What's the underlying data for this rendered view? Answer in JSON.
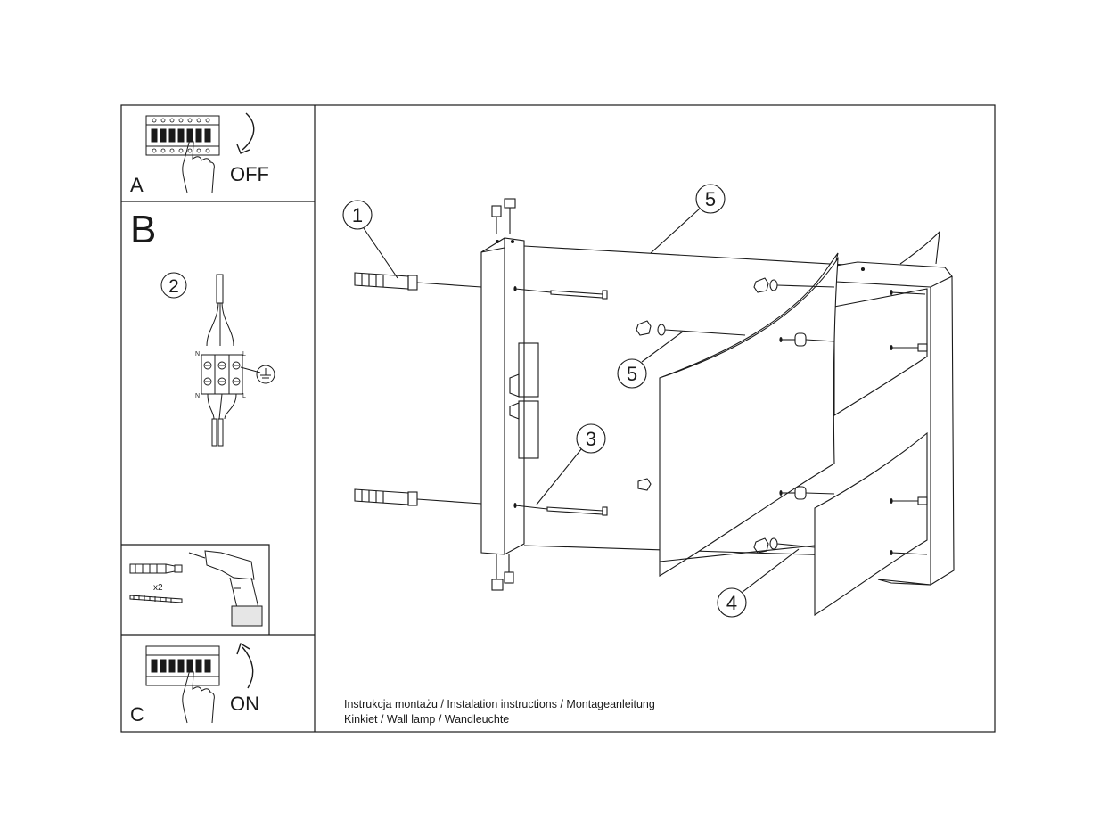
{
  "panels": {
    "a": {
      "letter": "A",
      "action": "OFF"
    },
    "b": {
      "letter": "B"
    },
    "c": {
      "letter": "C",
      "action": "ON"
    }
  },
  "wiring": {
    "item_number": "2",
    "terminal_left": "N",
    "terminal_right": "L"
  },
  "tools": {
    "quantity": "x2"
  },
  "callouts": [
    "1",
    "5",
    "5",
    "3",
    "4"
  ],
  "caption": {
    "line1": "Instrukcja montażu / Instalation instructions / Montageanleitung",
    "line2": "Kinkiet / Wall lamp / Wandleuchte"
  }
}
